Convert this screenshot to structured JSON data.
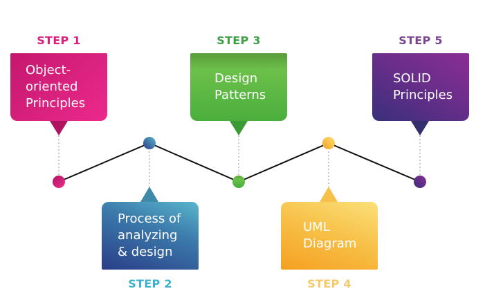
{
  "steps": [
    {
      "label": "STEP 1",
      "text": "Object-\noriented\nPrinciples",
      "color": "#d81b7c"
    },
    {
      "label": "STEP 2",
      "text": "Process of\nanalyzing\n& design",
      "color": "#2f5fa0"
    },
    {
      "label": "STEP 3",
      "text": "Design\nPatterns",
      "color": "#4cab3c"
    },
    {
      "label": "STEP 4",
      "text": "UML\nDiagram",
      "color": "#f5b52e"
    },
    {
      "label": "STEP 5",
      "text": "SOLID\nPrinciples",
      "color": "#5a2e86"
    }
  ]
}
